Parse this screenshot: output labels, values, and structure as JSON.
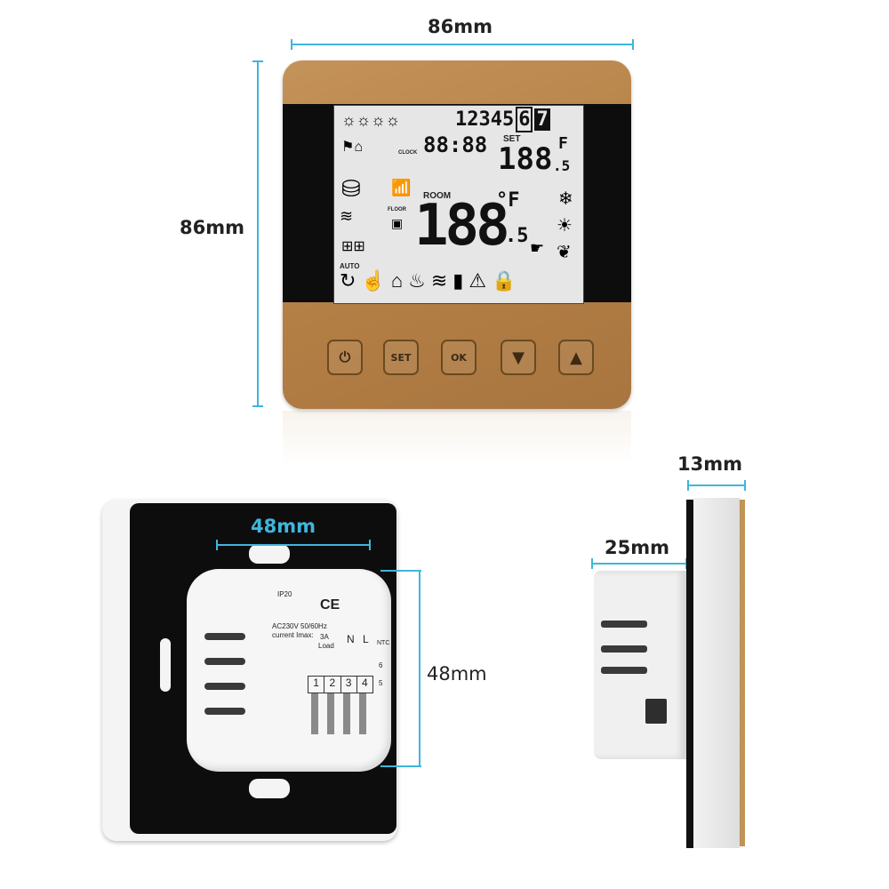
{
  "dimensions": {
    "front_width": "86mm",
    "front_height": "86mm",
    "back_box_width": "48mm",
    "back_box_height": "48mm",
    "side_depth": "13mm",
    "side_box_depth": "25mm"
  },
  "lcd": {
    "days": "12345",
    "day6": "6",
    "day7": "7",
    "clock": "88:88",
    "clock_label": "CLOCK",
    "set_label": "SET",
    "set_value": "188",
    "set_decimal": ".5",
    "room_label": "ROOM",
    "room_value": "188",
    "room_decimal": ".5",
    "floor_label": "FLOOR",
    "auto_label": "AUTO",
    "unit_f": "°F"
  },
  "buttons": {
    "set": "SET",
    "ok": "OK"
  },
  "back_label": {
    "ip": "IP20",
    "ce": "CE",
    "voltage": "AC230V 50/60Hz",
    "current": "current Imax:",
    "amp": "3A",
    "load": "Load",
    "n": "N",
    "l": "L",
    "ntc": "NTC",
    "t1": "1",
    "t2": "2",
    "t3": "3",
    "t4": "4",
    "p6": "6",
    "p5": "5"
  },
  "colors": {
    "gold": "#b8864a",
    "dimension_line": "#3fb6dc",
    "lcd_bg": "#e8e8e8",
    "frame_black": "#0d0d0d"
  }
}
